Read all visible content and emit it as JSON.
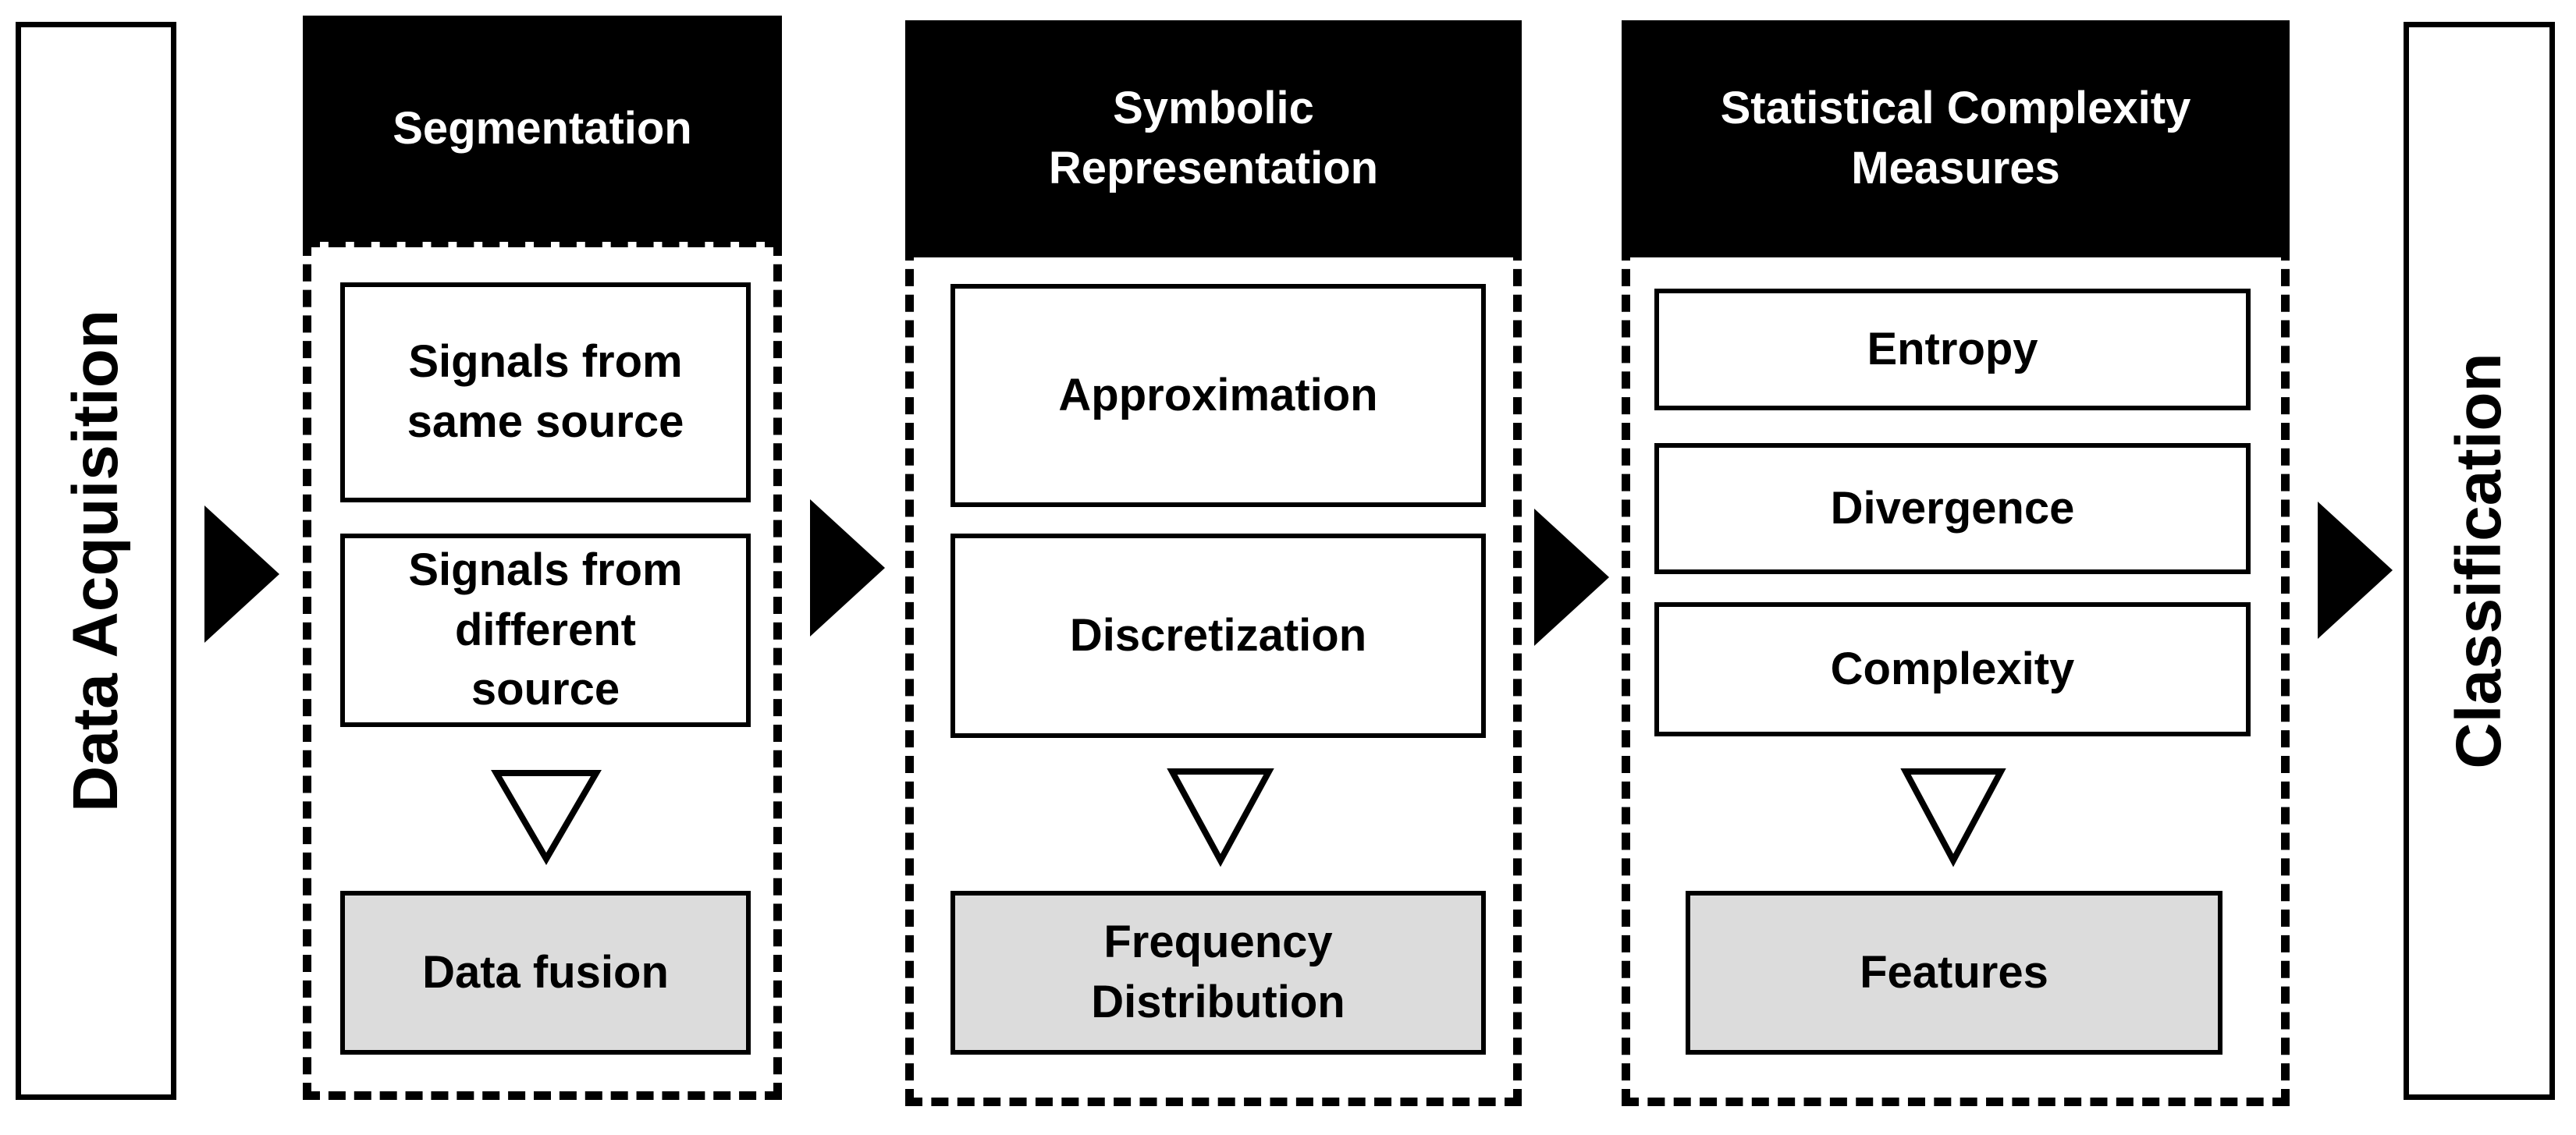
{
  "left_stage": {
    "label": "Data Acquisition"
  },
  "right_stage": {
    "label": "Classification"
  },
  "columns": [
    {
      "header": [
        "Segmentation"
      ],
      "items": [
        [
          "Signals from",
          "same source"
        ],
        [
          "Signals from",
          "different",
          "source"
        ]
      ],
      "output": [
        "Data fusion"
      ]
    },
    {
      "header": [
        "Symbolic",
        "Representation"
      ],
      "items": [
        [
          "Approximation"
        ],
        [
          "Discretization"
        ]
      ],
      "output": [
        "Frequency",
        "Distribution"
      ]
    },
    {
      "header": [
        "Statistical Complexity",
        "Measures"
      ],
      "items": [
        [
          "Entropy"
        ],
        [
          "Divergence"
        ],
        [
          "Complexity"
        ]
      ],
      "output": [
        "Features"
      ]
    }
  ],
  "colors": {
    "header_bg": "#000000",
    "output_bg": "#dcdcdc",
    "stroke": "#000000"
  }
}
